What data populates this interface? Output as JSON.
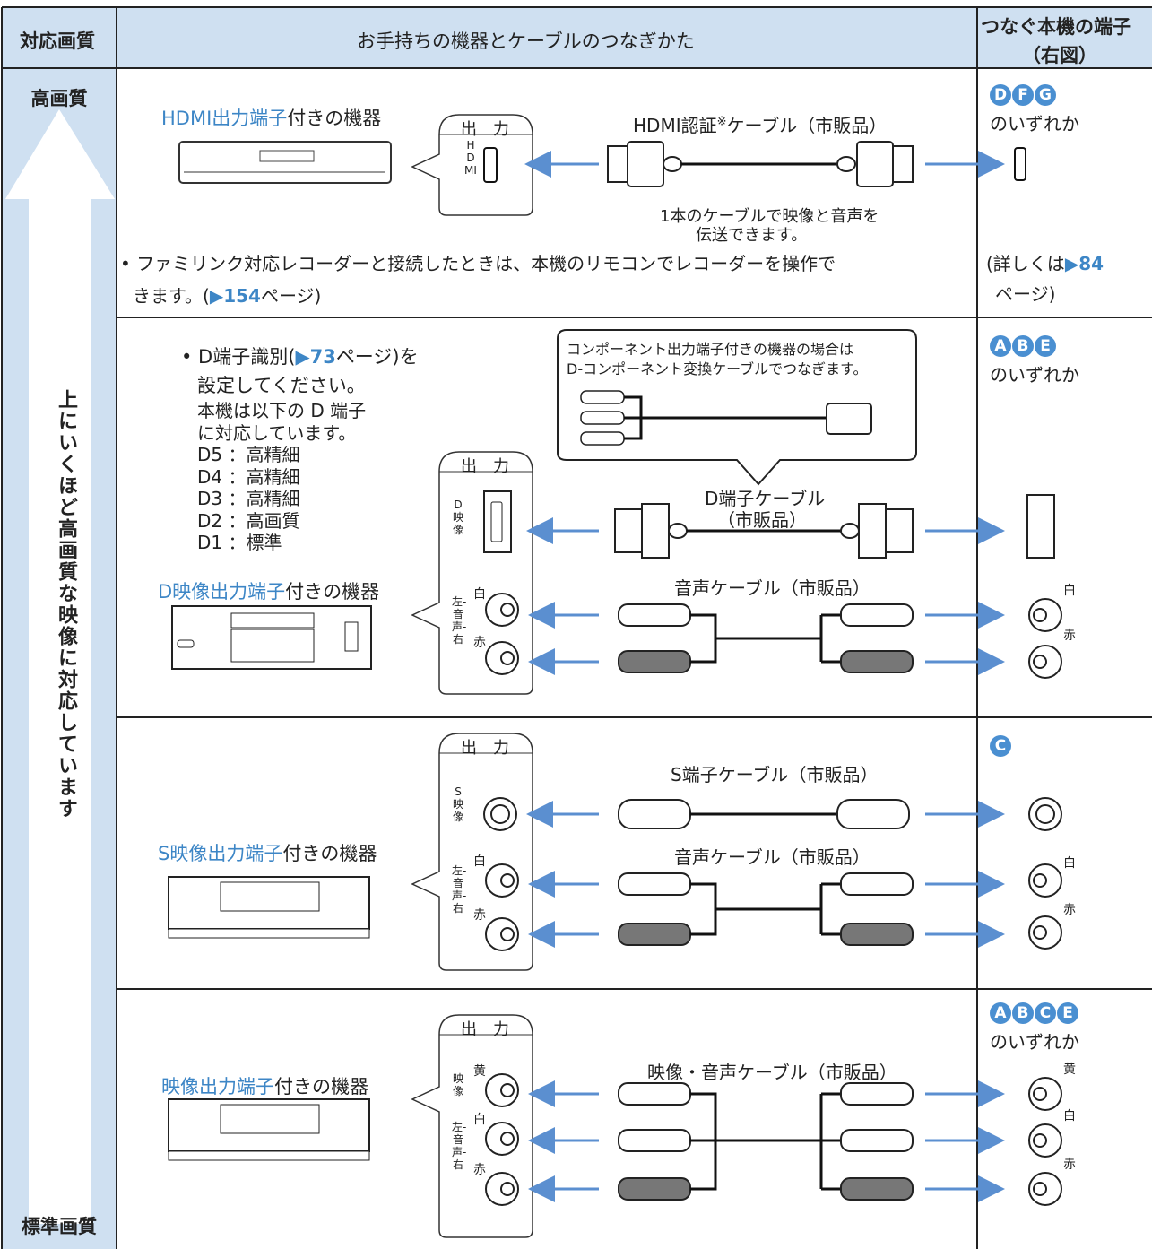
{
  "header": {
    "col_quality": "対応画質",
    "col_connect": "お手持ちの機器とケーブルのつなぎかた",
    "col_terminal_1": "つなぐ本機の端子",
    "col_terminal_2": "（右図）"
  },
  "quality": {
    "high": "高画質",
    "low": "標準画質",
    "arrow_text": "上にいくほど高画質な映像に対応しています"
  },
  "output_label": "出　力",
  "hdmi": {
    "device_hl": "HDMI出力端子",
    "device_rest": "付きの機器",
    "port_label": "HDMI",
    "cable_label": "HDMI認証",
    "cable_mark": "※",
    "cable_rest": "ケーブル（市販品）",
    "note_1": "1本のケーブルで映像と音声を",
    "note_2": "伝送できます。",
    "terminals": [
      "D",
      "F",
      "G"
    ],
    "terminal_suffix": "のいずれか",
    "bullet_1": "• ファミリンク対応レコーダーと接続したときは、本機のリモコンでレコーダーを操作で",
    "bullet_2a": "きます。(",
    "bullet_2_page": "▶154",
    "bullet_2b": "ページ)",
    "detail_1a": "(詳しくは",
    "detail_page": "▶84",
    "detail_2": "ページ)"
  },
  "d": {
    "b1a": "• D端子識別(",
    "b1_page": "▶73",
    "b1b": "ページ)を",
    "b2": "設定してください。",
    "lines": [
      "本機は以下の D 端子",
      "に対応しています。",
      "D5 ：高精細",
      "D4 ：高精細",
      "D3 ：高精細",
      "D2 ：高画質",
      "D1 ：標準"
    ],
    "device_hl": "D映像出力端子",
    "device_rest": "付きの機器",
    "callout_1": "コンポーネント出力端子付きの機器の場合は",
    "callout_2": "D-コンポーネント変換ケーブルでつなぎます。",
    "cable_1": "D端子ケーブル",
    "cable_2": "（市販品）",
    "audio_cable": "音声ケーブル（市販品）",
    "port_video": "D映像",
    "port_audio": "左‐音声‐右",
    "terminals": [
      "A",
      "B",
      "E"
    ],
    "terminal_suffix": "のいずれか",
    "white": "白",
    "red": "赤"
  },
  "s": {
    "device_hl": "S映像出力端子",
    "device_rest": "付きの機器",
    "cable": "S端子ケーブル（市販品）",
    "audio_cable": "音声ケーブル（市販品）",
    "port_video": "S映像",
    "port_audio": "左‐音声‐右",
    "terminals": [
      "C"
    ],
    "white": "白",
    "red": "赤"
  },
  "v": {
    "device_hl": "映像出力端子",
    "device_rest": "付きの機器",
    "cable": "映像・音声ケーブル（市販品）",
    "port_video": "映像",
    "port_audio": "左‐音声‐右",
    "terminals": [
      "A",
      "B",
      "C",
      "E"
    ],
    "terminal_suffix": "のいずれか",
    "yellow": "黄",
    "white": "白",
    "red": "赤"
  },
  "colors": {
    "accent": "#3d86c6",
    "header_bg": "#cfe0f1",
    "arrow": "#5b8fd0"
  }
}
